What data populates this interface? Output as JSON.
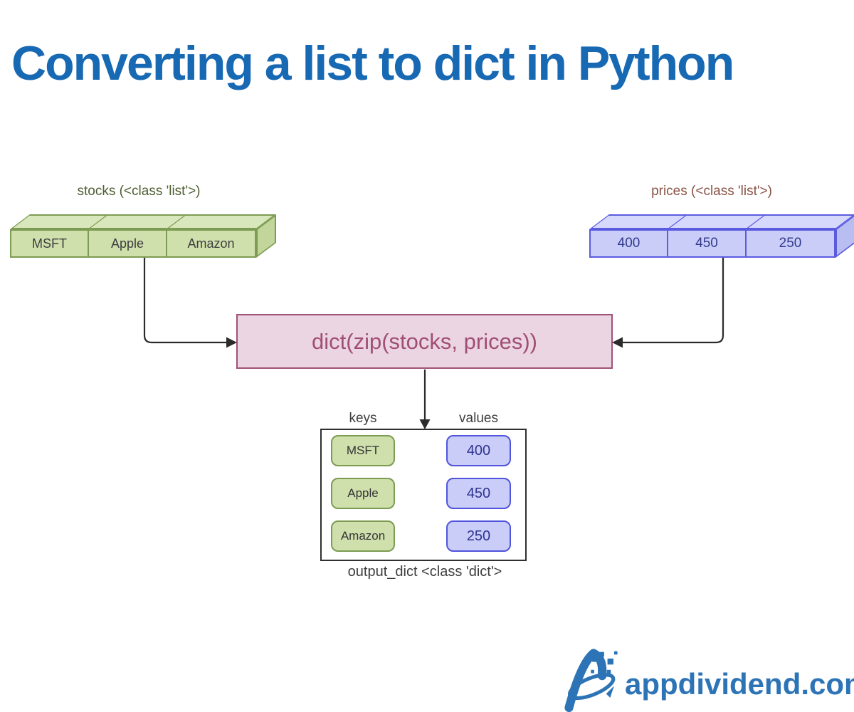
{
  "title": "Converting a list to dict in Python",
  "stocks_list": {
    "label": "stocks (<class 'list'>)",
    "items": [
      "MSFT",
      "Apple",
      "Amazon"
    ]
  },
  "prices_list": {
    "label": "prices (<class 'list'>)",
    "items": [
      "400",
      "450",
      "250"
    ]
  },
  "operation": {
    "expression": "dict(zip(stocks, prices))"
  },
  "output_dict": {
    "keys_header": "keys",
    "values_header": "values",
    "rows": [
      {
        "key": "MSFT",
        "value": "400"
      },
      {
        "key": "Apple",
        "value": "450"
      },
      {
        "key": "Amazon",
        "value": "250"
      }
    ],
    "caption": "output_dict <class 'dict'>"
  },
  "watermark": {
    "site": "appdividend.com"
  },
  "colors": {
    "title": "#1769b3",
    "list_green_fill": "#cfe0ad",
    "list_green_border": "#7d9b52",
    "stocks_label": "#4e5e32",
    "list_blue_fill": "#c9cdf8",
    "list_blue_border": "#5b5be0",
    "prices_label": "#8a5245",
    "prices_text": "#323a8e",
    "operation_fill": "#ecd5e2",
    "operation_border": "#a05278",
    "operation_text": "#a04f74",
    "arrow": "#2b2b2b",
    "logo_blue": "#2d74b7"
  }
}
